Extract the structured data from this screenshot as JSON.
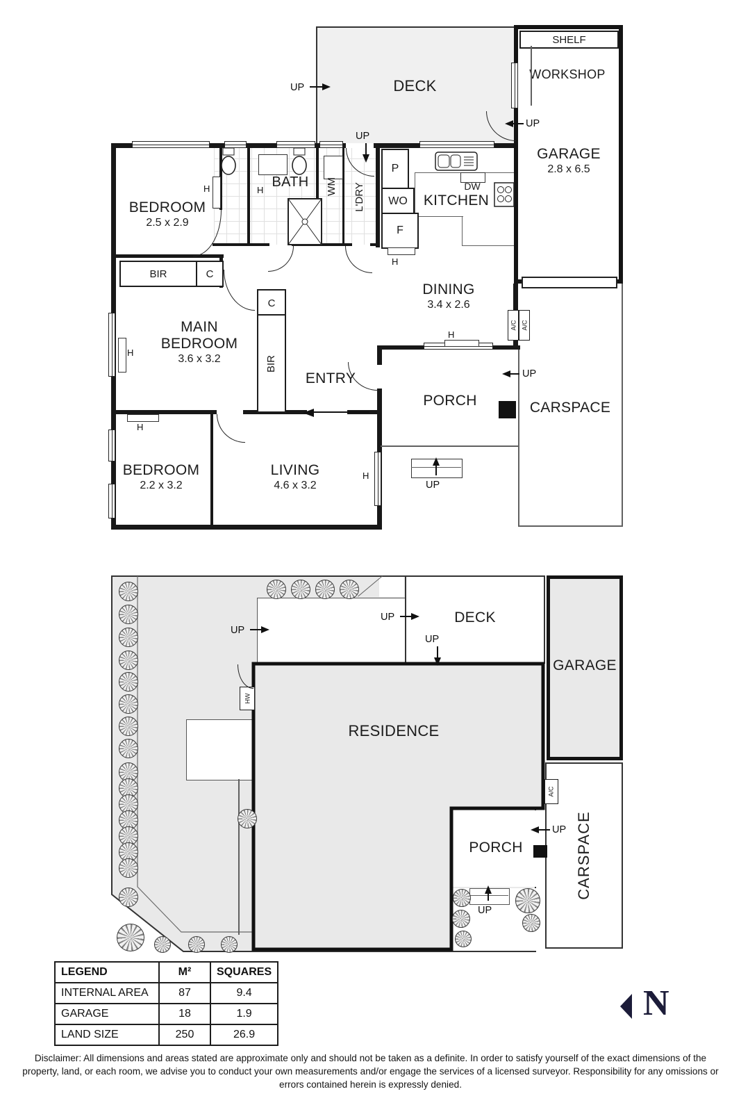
{
  "fp": {
    "deck": "DECK",
    "shelf": "SHELF",
    "workshop": "WORKSHOP",
    "garage": "GARAGE",
    "garage_dims": "2.8 x 6.5",
    "bedroom1_name": "BEDROOM",
    "bedroom1_dims": "2.5 x 2.9",
    "bath": "BATH",
    "kitchen": "KITCHEN",
    "dining_name": "DINING",
    "dining_dims": "3.4 x 2.6",
    "main_l1": "MAIN",
    "main_l2": "BEDROOM",
    "main_dims": "3.6 x 3.2",
    "entry": "ENTRY",
    "porch": "PORCH",
    "carspace": "CARSPACE",
    "bedroom3_name": "BEDROOM",
    "bedroom3_dims": "2.2 x 3.2",
    "living_name": "LIVING",
    "living_dims": "4.6 x 3.2",
    "wm": "WM",
    "ldry": "L'DRY",
    "pantry": "P",
    "wall_oven": "WO",
    "fridge": "F",
    "dishwasher": "DW",
    "bir": "BIR",
    "cupboard": "C",
    "ac": "A/C",
    "heater": "H",
    "up": "UP"
  },
  "sp": {
    "deck": "DECK",
    "garage": "GARAGE",
    "residence": "RESIDENCE",
    "porch": "PORCH",
    "carspace": "CARSPACE",
    "hw": "HW",
    "ac": "A/C",
    "up": "UP"
  },
  "legend": {
    "headers": [
      "LEGEND",
      "M²",
      "SQUARES"
    ],
    "rows": [
      [
        "INTERNAL AREA",
        "87",
        "9.4"
      ],
      [
        "GARAGE",
        "18",
        "1.9"
      ],
      [
        "LAND SIZE",
        "250",
        "26.9"
      ]
    ]
  },
  "north": {
    "label": "N"
  },
  "colors": {
    "wall": "#181818",
    "light_fill": "#eeeeee",
    "north_mark": "#1c1c39"
  },
  "disclaimer": "Disclaimer: All dimensions and areas stated are approximate only and should not be taken as a definite. In order to satisfy yourself of the exact dimensions of the property, land, or each room, we advise you to conduct your own measurements and/or engage the services of a licensed surveyor. Responsibility for any omissions or errors contained herein is expressly denied."
}
